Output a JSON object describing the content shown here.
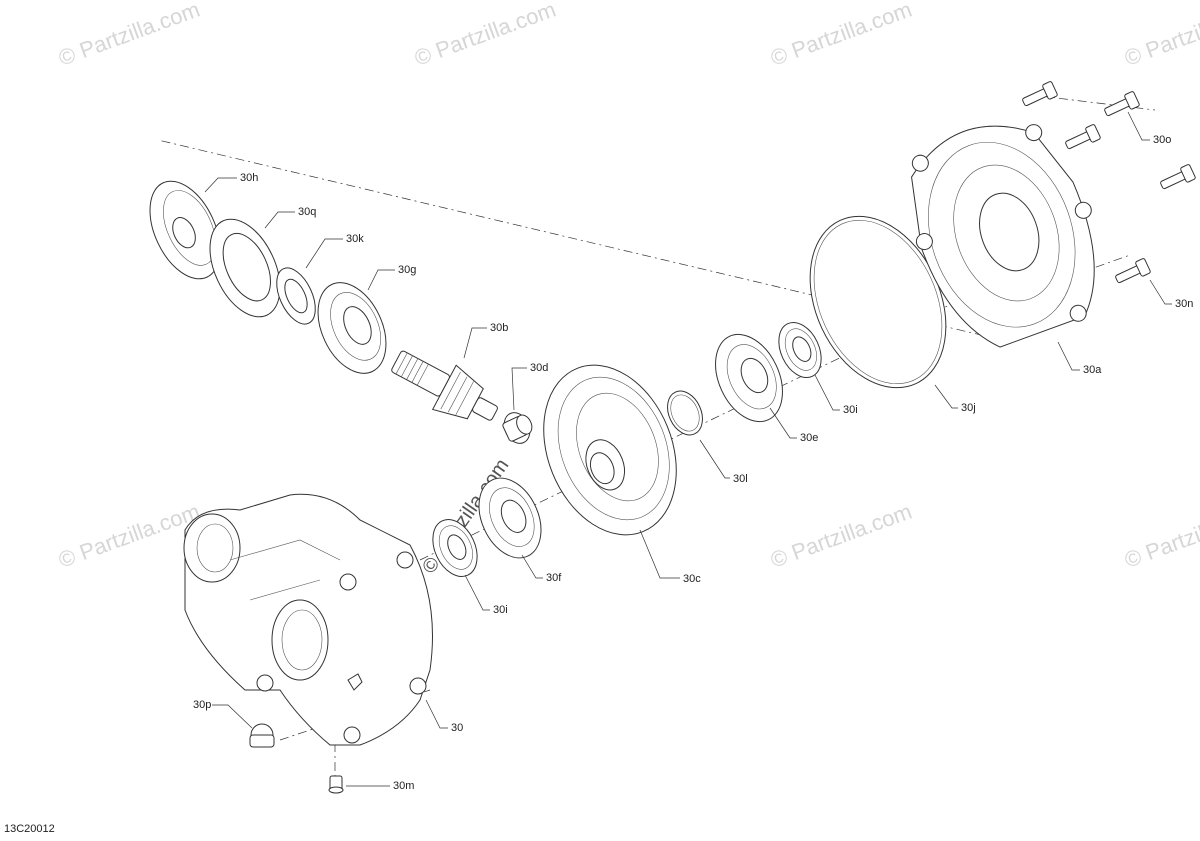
{
  "diagram_code": "13C20012",
  "watermarks": {
    "site": "© Partzilla.com",
    "center": "© Partzilla.com"
  },
  "labels": {
    "l_30h": "30h",
    "l_30q": "30q",
    "l_30k": "30k",
    "l_30g": "30g",
    "l_30b": "30b",
    "l_30d": "30d",
    "l_30c": "30c",
    "l_30l": "30l",
    "l_30e": "30e",
    "l_30i_top": "30i",
    "l_30j": "30j",
    "l_30a": "30a",
    "l_30n": "30n",
    "l_30o": "30o",
    "l_30f": "30f",
    "l_30i_bottom": "30i",
    "l_30": "30",
    "l_30p": "30p",
    "l_30m": "30m"
  }
}
